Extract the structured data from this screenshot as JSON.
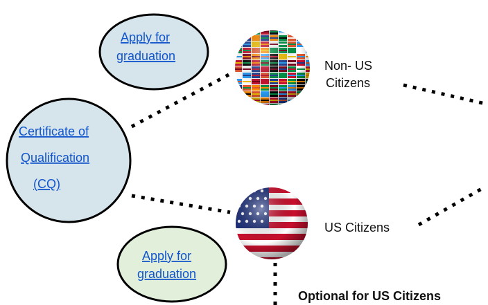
{
  "nodes": {
    "apply_top": {
      "line1": "Apply for",
      "line2": "graduation"
    },
    "cq": {
      "line1": "Certificate of",
      "line2": "Qualification",
      "line3": "(CQ)"
    },
    "apply_bottom": {
      "line1": "Apply for",
      "line2": "graduation"
    },
    "non_us": {
      "line1": "Non- US",
      "line2": "Citizens",
      "icon": "world-flags-globe-icon"
    },
    "us": {
      "label": "US Citizens",
      "icon": "us-flag-globe-icon"
    }
  },
  "note": "Optional for US Citizens",
  "colors": {
    "oval_blue_fill": "#d6e4ec",
    "oval_green_fill": "#e2efdb",
    "link": "#1155cc",
    "dots": "#000000"
  }
}
